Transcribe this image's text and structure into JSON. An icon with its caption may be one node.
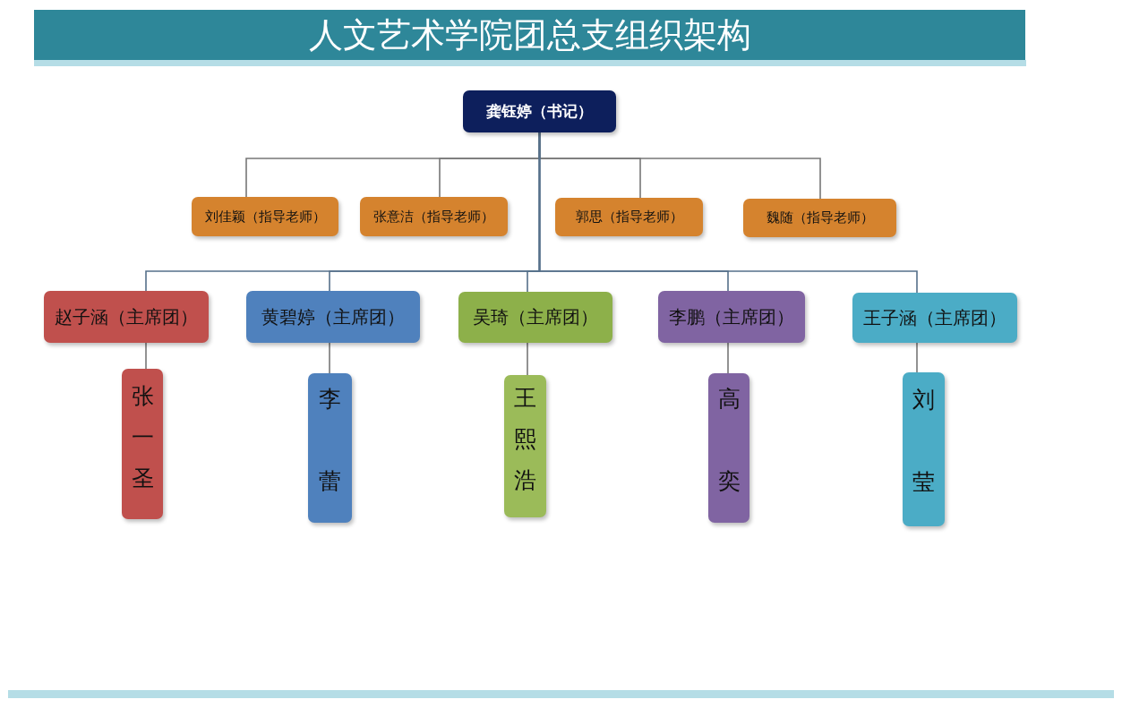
{
  "diagram": {
    "title": "人文艺术学院团总支组织架构",
    "nodes": [
      {
        "text": [
          "龚钰婷（书记）"
        ]
      },
      {
        "text": [
          "刘佳颖（指导老师）"
        ]
      },
      {
        "text": [
          "张意洁（指导老师）"
        ]
      },
      {
        "text": [
          "郭思（指导老师）"
        ]
      },
      {
        "text": [
          "魏随（指导老师）"
        ]
      },
      {
        "text": [
          "赵子涵（主席团）"
        ]
      },
      {
        "text": [
          "黄碧婷（主席团）"
        ]
      },
      {
        "text": [
          "吴琦（主席团）"
        ]
      },
      {
        "text": [
          "李鹏（主席团）"
        ]
      },
      {
        "text": [
          "王子涵（主席团）"
        ]
      },
      {
        "text": [
          "张一圣"
        ]
      },
      {
        "text": [
          "李蕾"
        ]
      },
      {
        "text": [
          "王熙浩"
        ]
      },
      {
        "text": [
          "高奕"
        ]
      },
      {
        "text": [
          "刘莹"
        ]
      }
    ],
    "edges": [
      {
        "from": 0,
        "to": 1,
        "arrow": "none"
      },
      {
        "from": 0,
        "to": 2,
        "arrow": "none"
      },
      {
        "from": 0,
        "to": 3,
        "arrow": "none"
      },
      {
        "from": 0,
        "to": 4,
        "arrow": "none"
      },
      {
        "from": 0,
        "to": 5,
        "arrow": "none"
      },
      {
        "from": 0,
        "to": 6,
        "arrow": "none"
      },
      {
        "from": 0,
        "to": 7,
        "arrow": "none"
      },
      {
        "from": 0,
        "to": 8,
        "arrow": "none"
      },
      {
        "from": 0,
        "to": 9,
        "arrow": "none"
      },
      {
        "from": 5,
        "to": 10,
        "arrow": "none"
      },
      {
        "from": 6,
        "to": 11,
        "arrow": "none"
      },
      {
        "from": 7,
        "to": 12,
        "arrow": "none"
      },
      {
        "from": 8,
        "to": 13,
        "arrow": "none"
      },
      {
        "from": 9,
        "to": 14,
        "arrow": "none"
      }
    ]
  }
}
